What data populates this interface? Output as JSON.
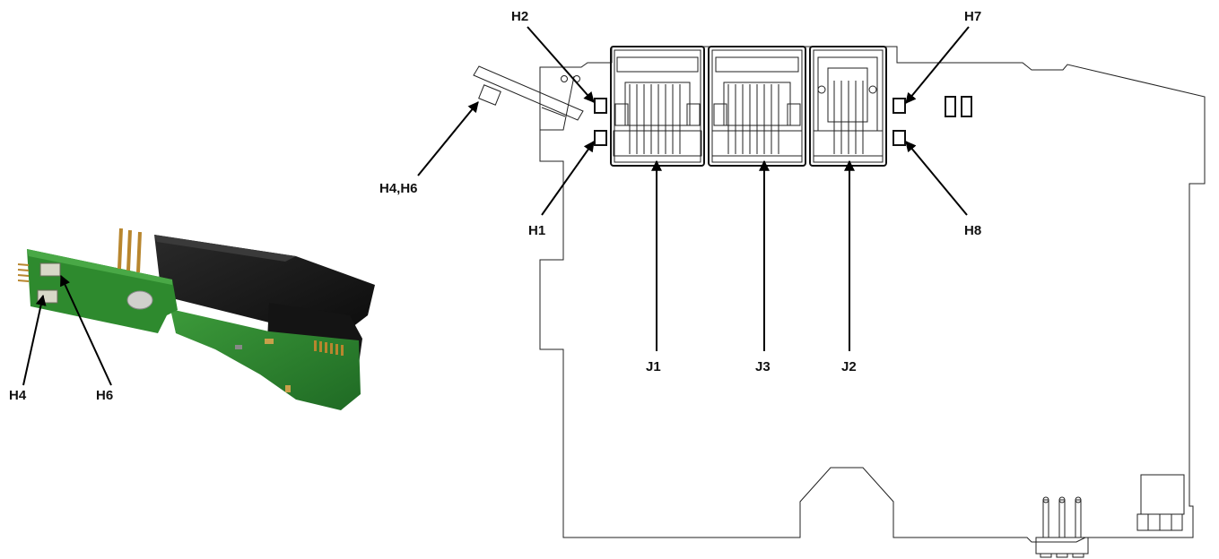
{
  "labels": {
    "h2": "H2",
    "h7": "H7",
    "h1": "H1",
    "h8": "H8",
    "h4h6": "H4,H6",
    "j1": "J1",
    "j3": "J3",
    "j2": "J2",
    "h4": "H4",
    "h6": "H6"
  },
  "colors": {
    "pcb_green": "#2e8a2e",
    "pcb_dark": "#1a5a1e",
    "connector_black": "#151515",
    "pin_gold": "#b8862e",
    "line": "#222222"
  }
}
